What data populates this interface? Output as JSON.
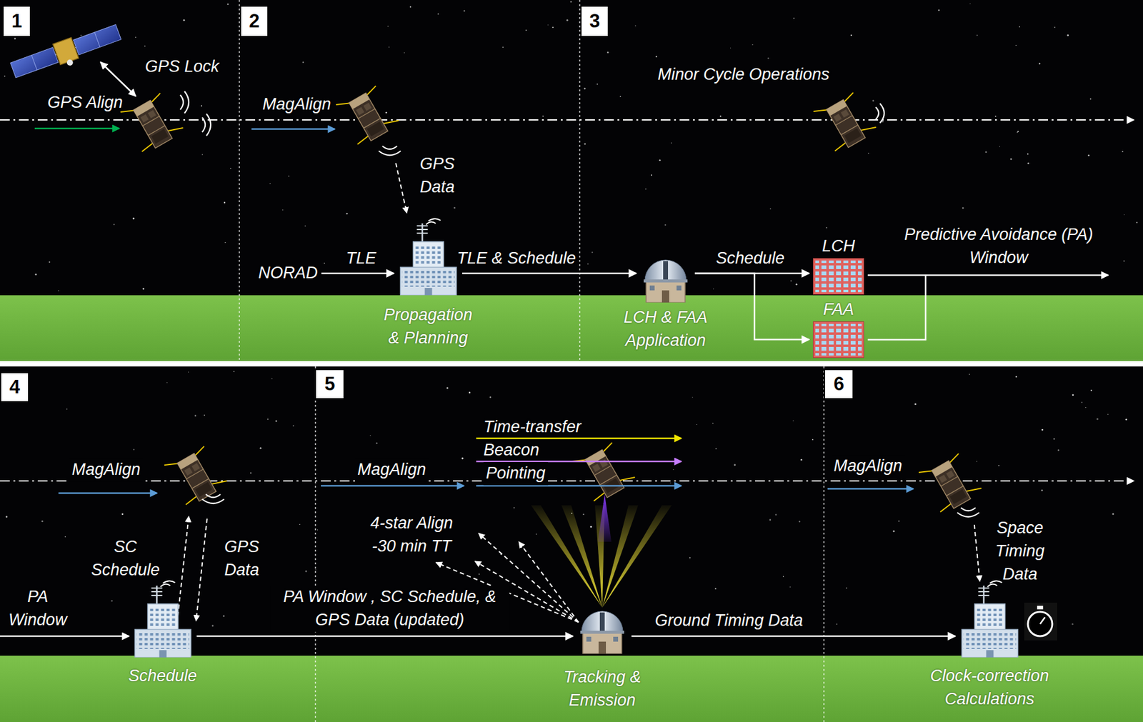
{
  "diagram": {
    "nodes": [
      {
        "text": [
          "NORAD"
        ]
      },
      {
        "text": [
          "Propagation & Planning"
        ]
      },
      {
        "text": [
          "LCH & FAA Application"
        ]
      },
      {
        "text": [
          "LCH"
        ]
      },
      {
        "text": [
          "FAA"
        ]
      },
      {
        "text": [
          "Schedule"
        ]
      },
      {
        "text": [
          "Tracking & Emission"
        ]
      },
      {
        "text": [
          "Clock-correction Calculations"
        ]
      }
    ],
    "edges": [
      {
        "from": 0,
        "to": 1,
        "label": "TLE",
        "arrow": "to"
      },
      {
        "from": 1,
        "to": 2,
        "label": "TLE & Schedule",
        "arrow": "to"
      },
      {
        "from": 2,
        "to": 3,
        "label": "Schedule",
        "arrow": "to"
      },
      {
        "from": 2,
        "to": 4,
        "arrow": "to"
      },
      {
        "from": 5,
        "to": 6,
        "label": "PA Window , SC Schedule, & GPS Data (updated)",
        "arrow": "to"
      },
      {
        "from": 6,
        "to": 7,
        "label": "Ground Timing Data",
        "arrow": "to"
      }
    ],
    "labels": [
      "1",
      "GPS Lock",
      "GPS Align",
      "2",
      "MagAlign",
      "GPS Data",
      "3",
      "Minor Cycle Operations",
      "Predictive Avoidance (PA) Window",
      "4",
      "MagAlign",
      "SC Schedule",
      "GPS Data",
      "PA Window",
      "5",
      "MagAlign",
      "4-star Align -30 min TT",
      "Time-transfer",
      "Beacon",
      "Pointing",
      "6",
      "MagAlign",
      "Space Timing Data"
    ]
  }
}
